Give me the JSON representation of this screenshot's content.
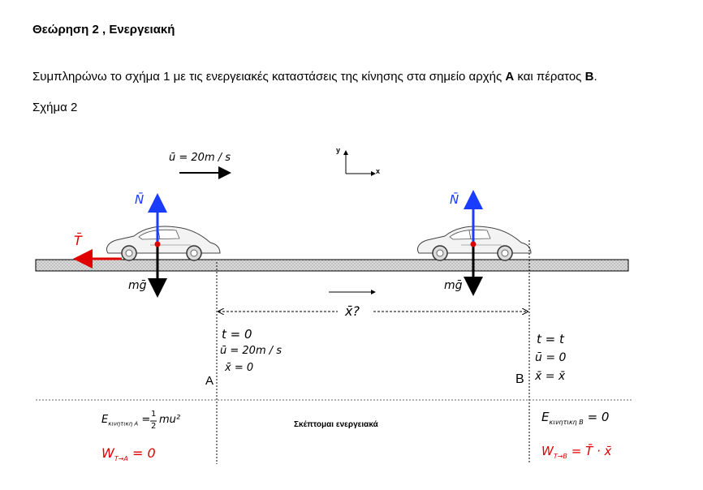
{
  "heading": "Θεώρηση 2 , Ενεργειακή",
  "paragraph": {
    "part1": "Συμπληρώνω το σχήμα 1 με τις ενεργειακές καταστάσεις της κίνησης στα σημείο αρχής ",
    "pointA": "Α",
    "part2": " και πέρατος ",
    "pointB": "Β",
    "part3": "."
  },
  "figure_label": "Σχήμα 2",
  "axes": {
    "y": "y",
    "x": "x"
  },
  "velocity_label": "ū = 20m / s",
  "car_left": {
    "normal": "N̄",
    "weight": "mḡ",
    "friction": "T̄"
  },
  "car_right": {
    "normal": "N̄",
    "weight": "mḡ"
  },
  "displacement_label": "x̄?",
  "point_A": {
    "letter": "A",
    "t": "t = 0",
    "u": "ū = 20m / s",
    "x": "x̄ = 0"
  },
  "point_B": {
    "letter": "B",
    "t": "t = t",
    "u": "ū = 0",
    "x": "x̄ = x̄"
  },
  "energy": {
    "kinetic_A_prefix": "E",
    "kinetic_A_sub": "κινητικη A",
    "kinetic_A_eq": "=",
    "kinetic_A_num": "1",
    "kinetic_A_den": "2",
    "kinetic_A_rhs": "mu²",
    "work_A": "W",
    "work_A_sub": "T→A",
    "work_A_rhs": "= 0",
    "middle_note": "Σκέπτομαι ενεργειακά",
    "kinetic_B_prefix": "E",
    "kinetic_B_sub": "κινητικη B",
    "kinetic_B_rhs": "= 0",
    "work_B": "W",
    "work_B_sub": "T→B",
    "work_B_rhs": "= T̄ · x̄"
  },
  "colors": {
    "normal_force": "#1a3cff",
    "friction_force": "#e00000",
    "weight_force": "#000000",
    "ground_fill": "#d9d9d9"
  },
  "icons": [
    "car-icon",
    "arrow-icon"
  ]
}
